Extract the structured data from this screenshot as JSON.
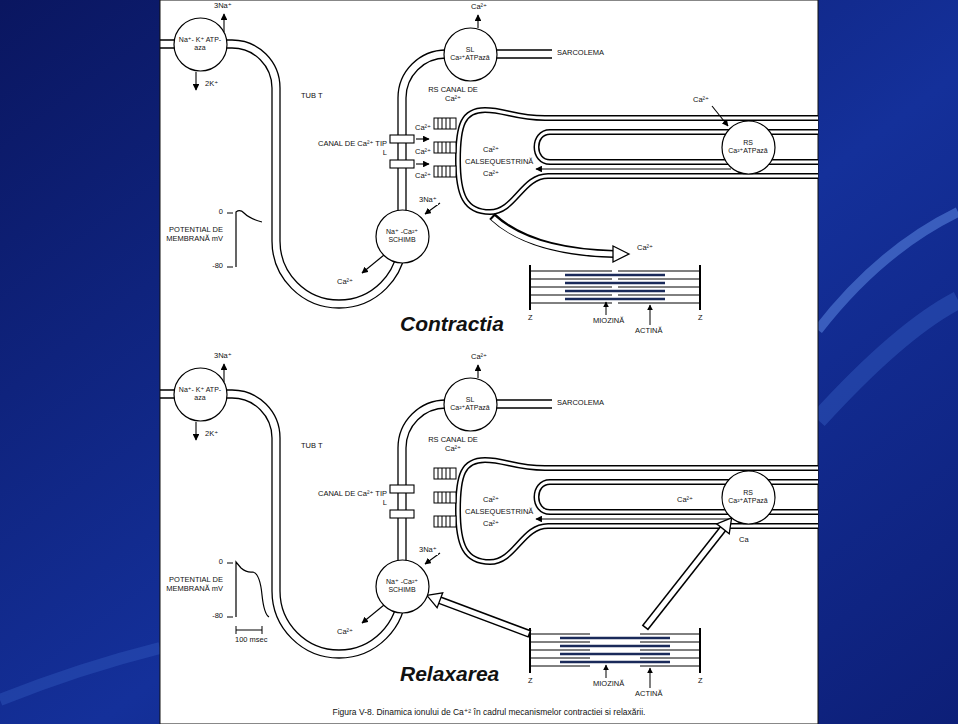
{
  "diagram": {
    "caption": "Figura V-8. Dinamica ionului de Ca⁺² în cadrul mecanismelor contractiei si relaxării.",
    "nodes": [
      {
        "text": [
          "Na⁺- K⁺ ATP-aza"
        ]
      },
      {
        "text": [
          "SL Ca²⁺ATPază"
        ]
      },
      {
        "text": [
          "Na⁺ -Ca²⁺ SCHIMB"
        ]
      },
      {
        "text": [
          "RS Ca²⁺ATPază"
        ]
      },
      {
        "text": [
          "MIOZINĂ",
          "ACTINĂ"
        ]
      },
      {
        "text": [
          "Na⁺- K⁺ ATP-aza"
        ]
      },
      {
        "text": [
          "SL Ca²⁺ATPază"
        ]
      },
      {
        "text": [
          "Na⁺ -Ca²⁺ SCHIMB"
        ]
      },
      {
        "text": [
          "RS Ca²⁺ATPază"
        ]
      },
      {
        "text": [
          "MIOZINĂ",
          "ACTINĂ"
        ]
      }
    ],
    "edges": [
      {
        "from": 9,
        "to": 7,
        "arrow": "to"
      },
      {
        "from": 9,
        "to": 8,
        "arrow": "to"
      }
    ],
    "labels": [
      "3Na⁺",
      "2K⁺",
      "TUB T",
      "Ca²⁺",
      "SARCOLEMA",
      "RS CANAL DE Ca²⁺",
      "CANAL DE Ca²⁺ TIP L",
      "Ca²⁺",
      "Ca²⁺",
      "Ca²⁺",
      "Ca²⁺",
      "CALSEQUESTRINĂ",
      "Ca²⁺",
      "Ca²⁺",
      "3Na⁺",
      "Ca²⁺",
      "Ca²⁺",
      "0",
      "POTENTIAL DE MEMBRANĂ mV",
      "-80",
      "Z",
      "Z",
      "Contractia",
      "3Na⁺",
      "2K⁺",
      "TUB T",
      "Ca²⁺",
      "SARCOLEMA",
      "RS CANAL DE Ca²⁺",
      "CANAL DE Ca²⁺ TIP L",
      "Ca²⁺",
      "CALSEQUESTRINĂ",
      "Ca²⁺",
      "Ca²⁺",
      "Ca",
      "3Na⁺",
      "Ca²⁺",
      "0",
      "POTENTIAL DE MEMBRANĂ mV",
      "-80",
      "100 msec",
      "Z",
      "Z",
      "Relaxarea"
    ]
  }
}
